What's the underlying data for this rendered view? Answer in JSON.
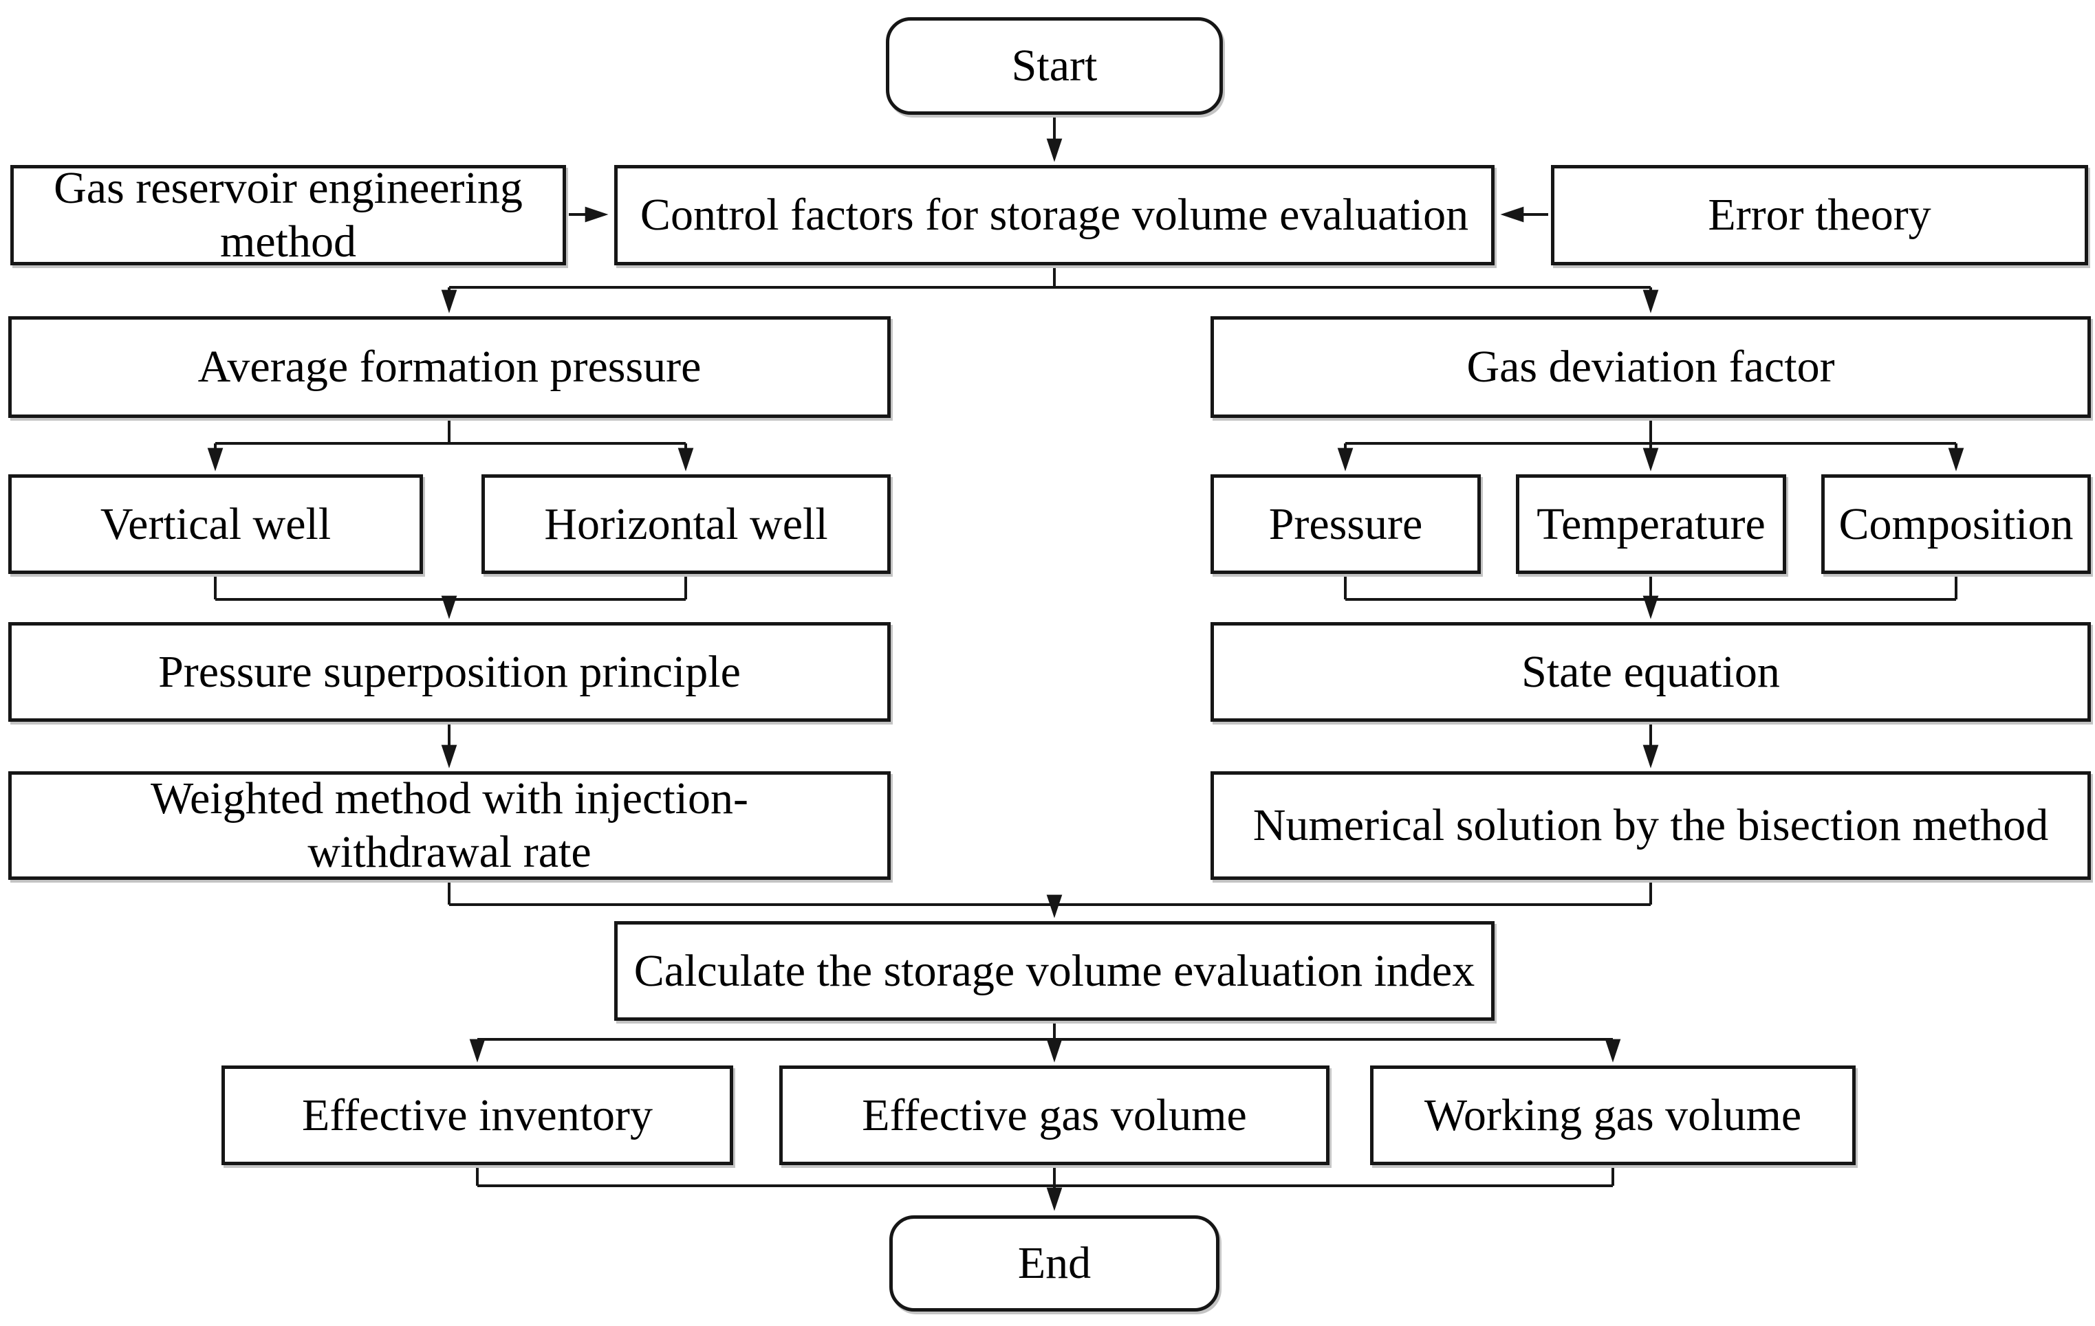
{
  "flowchart": {
    "colors": {
      "background": "#ffffff",
      "box_fill": "#ffffff",
      "box_border": "#161616",
      "text": "#000000",
      "connector": "#161616"
    },
    "nodes": {
      "start": {
        "label": "Start",
        "shape": "rounded"
      },
      "gas_reservoir_method": {
        "label": "Gas reservoir engineering method",
        "shape": "rect"
      },
      "control_factors": {
        "label": "Control factors for storage volume evaluation",
        "shape": "rect"
      },
      "error_theory": {
        "label": "Error theory",
        "shape": "rect"
      },
      "average_formation_pressure": {
        "label": "Average formation pressure",
        "shape": "rect"
      },
      "gas_deviation_factor": {
        "label": "Gas deviation factor",
        "shape": "rect"
      },
      "vertical_well": {
        "label": "Vertical well",
        "shape": "rect"
      },
      "horizontal_well": {
        "label": "Horizontal well",
        "shape": "rect"
      },
      "pressure": {
        "label": "Pressure",
        "shape": "rect"
      },
      "temperature": {
        "label": "Temperature",
        "shape": "rect"
      },
      "composition": {
        "label": "Composition",
        "shape": "rect"
      },
      "pressure_superposition": {
        "label": "Pressure superposition principle",
        "shape": "rect"
      },
      "state_equation": {
        "label": "State equation",
        "shape": "rect"
      },
      "weighted_method": {
        "label": "Weighted method with injection-withdrawal rate",
        "shape": "rect"
      },
      "numerical_solution": {
        "label": "Numerical solution by the bisection method",
        "shape": "rect"
      },
      "calculate_index": {
        "label": "Calculate the storage volume evaluation index",
        "shape": "rect"
      },
      "effective_inventory": {
        "label": "Effective inventory",
        "shape": "rect"
      },
      "effective_gas_volume": {
        "label": "Effective gas volume",
        "shape": "rect"
      },
      "working_gas_volume": {
        "label": "Working gas volume",
        "shape": "rect"
      },
      "end": {
        "label": "End",
        "shape": "rounded"
      }
    },
    "edges": [
      {
        "from": "start",
        "to": "control_factors"
      },
      {
        "from": "gas_reservoir_method",
        "to": "control_factors"
      },
      {
        "from": "error_theory",
        "to": "control_factors"
      },
      {
        "from": "control_factors",
        "to": "average_formation_pressure"
      },
      {
        "from": "control_factors",
        "to": "gas_deviation_factor"
      },
      {
        "from": "average_formation_pressure",
        "to": "vertical_well"
      },
      {
        "from": "average_formation_pressure",
        "to": "horizontal_well"
      },
      {
        "from": "gas_deviation_factor",
        "to": "pressure"
      },
      {
        "from": "gas_deviation_factor",
        "to": "temperature"
      },
      {
        "from": "gas_deviation_factor",
        "to": "composition"
      },
      {
        "from": "vertical_well",
        "to": "pressure_superposition"
      },
      {
        "from": "horizontal_well",
        "to": "pressure_superposition"
      },
      {
        "from": "pressure",
        "to": "state_equation"
      },
      {
        "from": "temperature",
        "to": "state_equation"
      },
      {
        "from": "composition",
        "to": "state_equation"
      },
      {
        "from": "pressure_superposition",
        "to": "weighted_method"
      },
      {
        "from": "state_equation",
        "to": "numerical_solution"
      },
      {
        "from": "weighted_method",
        "to": "calculate_index"
      },
      {
        "from": "numerical_solution",
        "to": "calculate_index"
      },
      {
        "from": "calculate_index",
        "to": "effective_inventory"
      },
      {
        "from": "calculate_index",
        "to": "effective_gas_volume"
      },
      {
        "from": "calculate_index",
        "to": "working_gas_volume"
      },
      {
        "from": "effective_inventory",
        "to": "end"
      },
      {
        "from": "effective_gas_volume",
        "to": "end"
      },
      {
        "from": "working_gas_volume",
        "to": "end"
      }
    ]
  }
}
